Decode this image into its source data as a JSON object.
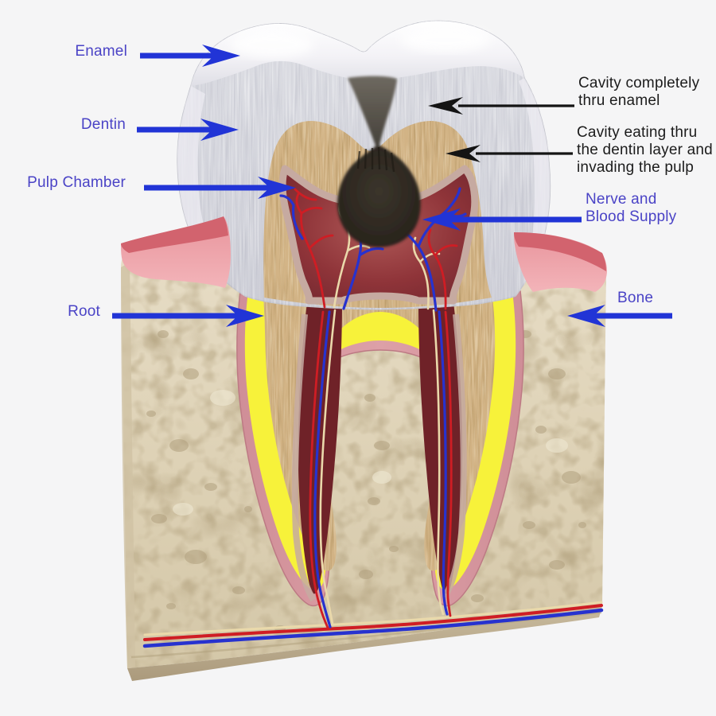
{
  "diagram": {
    "kind": "tooth-decay-cross-section",
    "labels": {
      "enamel": "Enamel",
      "dentin": "Dentin",
      "pulp_chamber": "Pulp Chamber",
      "root": "Root",
      "bone": "Bone",
      "nerve_blood": "Nerve and\nBlood Supply",
      "cavity_enamel": "Cavity completely\nthru enamel",
      "cavity_dentin": "Cavity eating thru\nthe dentin layer and\ninvading the pulp"
    },
    "colors": {
      "background": "#f5f5f6",
      "label_blue": "#4a43c6",
      "label_black": "#1c1c1c",
      "arrow_blue": "#2134d6",
      "arrow_black": "#141414",
      "enamel_cut": "#d6d7dd",
      "enamel_gloss": "#f7f6f8",
      "dentin": "#d2b385",
      "pulp_red": "#8f3136",
      "pulp_lining": "#c6aaa1",
      "cavity_dark": "#2c2620",
      "ligament_yellow": "#f7f23a",
      "cementum_pink": "#d6969e",
      "gum_pink": "#eb98a0",
      "gum_crest": "#d2636e",
      "bone_beige": "#ded2b6",
      "vessel_red": "#cf1d24",
      "vessel_blue": "#2732cf",
      "nerve_cream": "#ead9ab"
    }
  }
}
